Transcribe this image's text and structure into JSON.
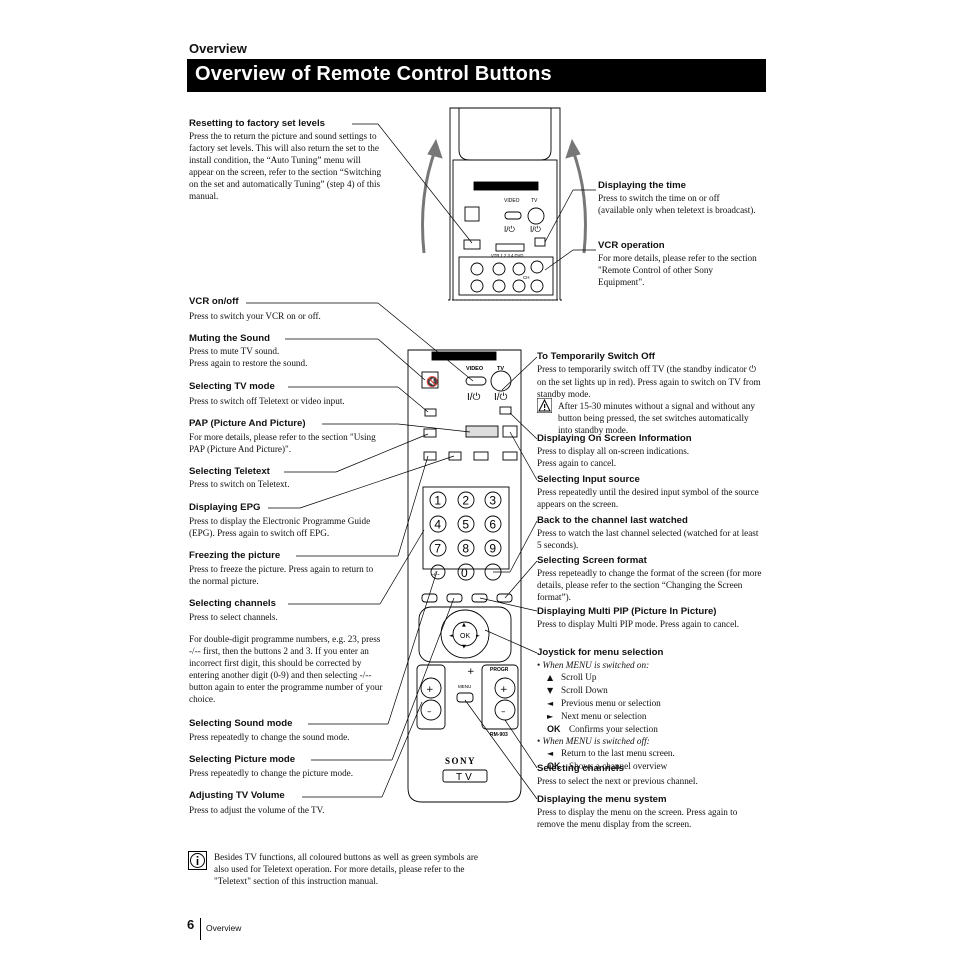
{
  "header": {
    "section": "Overview",
    "title": "Overview of Remote Control Buttons"
  },
  "left_items": [
    {
      "heading": "Resetting to factory set levels",
      "text": "Press the to return the picture and sound settings to factory set levels. This will also return the set to the install condition, the “Auto Tuning” menu will appear on the screen, refer to the section “Switching on the set and automatically Tuning” (step 4) of this manual."
    },
    {
      "heading": "VCR on/off",
      "text": "Press to switch your VCR on or off."
    },
    {
      "heading": "Muting the Sound",
      "text": "Press to mute TV sound.\nPress again to restore the sound."
    },
    {
      "heading": "Selecting TV mode",
      "text": "Press to switch off Teletext or video input."
    },
    {
      "heading": "PAP (Picture And Picture)",
      "text": "For more details, please refer to the section \"Using PAP (Picture And Picture)\"."
    },
    {
      "heading": "Selecting Teletext",
      "text": "Press to switch on Teletext."
    },
    {
      "heading": "Displaying EPG",
      "text": "Press to display the Electronic Programme Guide (EPG). Press again to switch off EPG."
    },
    {
      "heading": "Freezing the picture",
      "text": "Press to freeze the picture. Press again to return to the normal picture."
    },
    {
      "heading": "Selecting channels",
      "text": "Press to select channels.",
      "text2": "For double-digit programme numbers, e.g. 23, press -/-- first, then the buttons 2 and 3. If you enter an incorrect first digit, this should be corrected by entering another digit (0-9) and then selecting -/-- button again to enter the programme number of your choice."
    },
    {
      "heading": "Selecting Sound mode",
      "text": "Press repeatedly to change the sound mode."
    },
    {
      "heading": "Selecting Picture mode",
      "text": "Press repeatedly to change the picture mode."
    },
    {
      "heading": "Adjusting TV Volume",
      "text": "Press to adjust the volume of the TV."
    }
  ],
  "right_top": [
    {
      "heading": "Displaying the time",
      "text": "Press to switch the time on or off (available only when teletext is broadcast)."
    },
    {
      "heading": "VCR operation",
      "text": "For more details, please refer to the section \"Remote Control of other Sony Equipment\"."
    }
  ],
  "standby": {
    "heading": "To Temporarily Switch Off",
    "text1": "Press to temporarily switch off TV (the standby indicator",
    "text2": "on the set lights up in red). Press again to switch on TV from standby mode.",
    "warning": "After 15-30 minutes without a signal and without any button being pressed, the set switches automatically into standby mode."
  },
  "right_items": [
    {
      "heading": "Displaying On Screen Information",
      "text": "Press to display all on-screen indications.\nPress again to cancel."
    },
    {
      "heading": "Selecting Input source",
      "text": "Press repeatedly until the desired input symbol of the source appears on the screen."
    },
    {
      "heading": "Back to the channel last watched",
      "text": "Press to watch the last channel selected (watched for at least 5 seconds)."
    },
    {
      "heading": "Selecting Screen format",
      "text": "Press repeteadly to change the format of the screen (for more details, please refer to the section “Changing the Screen format”)."
    },
    {
      "heading": "Displaying Multi PIP (Picture In Picture)",
      "text": "Press to display Multi PIP mode. Press again to cancel."
    }
  ],
  "joystick": {
    "heading": "Joystick for menu selection",
    "on_label": "When MENU is switched on:",
    "on_items": [
      {
        "sym": "▲",
        "text": "Scroll Up"
      },
      {
        "sym": "▼",
        "text": "Scroll Down"
      },
      {
        "sym": "◄",
        "text": "Previous menu or selection"
      },
      {
        "sym": "►",
        "text": "Next menu or selection"
      },
      {
        "sym": "OK",
        "text": "Confirms your selection"
      }
    ],
    "off_label": "When MENU is switched off:",
    "off_items": [
      {
        "sym": "◄",
        "text": "Return to the last menu screen."
      },
      {
        "sym": "OK",
        "text": "Shows a channel overview"
      }
    ]
  },
  "right_bottom": [
    {
      "heading": "Selecting channels",
      "text": "Press to select the next or previous channel."
    },
    {
      "heading": "Displaying the menu system",
      "text": "Press to display the menu on the screen. Press again to remove the menu display from the screen."
    }
  ],
  "note": "Besides TV functions, all coloured buttons as well as green symbols are also used for Teletext operation. For more details, please refer to the \"Teletext\" section of this instruction manual.",
  "remote": {
    "video_label": "VIDEO",
    "tv_label": "TV",
    "power_sym": "I/⏻",
    "vtr_label": "VTR 1 2 3 4 DVD",
    "ch_label": "CH",
    "digits": [
      "1",
      "2",
      "3",
      "4",
      "5",
      "6",
      "7",
      "8",
      "9"
    ],
    "zero": "0",
    "dash_label": "-/--",
    "ok_label": "OK",
    "menu_label": "MENU",
    "progr_label": "PROGR",
    "model": "RM-903",
    "brand": "SONY",
    "tv_badge": "TV"
  },
  "footer": {
    "page": "6",
    "section": "Overview"
  }
}
